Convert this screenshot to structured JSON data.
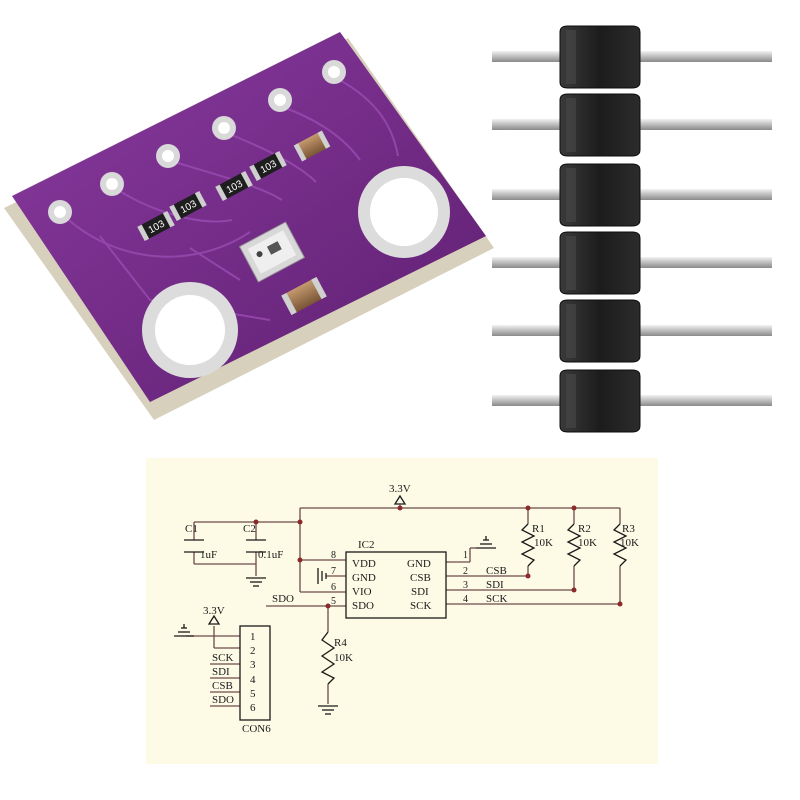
{
  "colors": {
    "pcb": "#7a2f8c",
    "pcb_edge": "#d9d2c0",
    "schematic_bg": "#fdfbe6",
    "wire": "#6b4a4a",
    "pin_metal": "#c9c9c9",
    "header_plastic": "#202020"
  },
  "board": {
    "resistor_code": "103"
  },
  "schematic": {
    "supply_top": "3.3V",
    "supply_con": "3.3V",
    "ic_ref": "IC2",
    "ic_left_pins": [
      {
        "num": "8",
        "name": "VDD"
      },
      {
        "num": "7",
        "name": "GND"
      },
      {
        "num": "6",
        "name": "VIO"
      },
      {
        "num": "5",
        "name": "SDO"
      }
    ],
    "ic_right_pins": [
      {
        "num": "1",
        "name": "GND",
        "net": ""
      },
      {
        "num": "2",
        "name": "CSB",
        "net": "CSB"
      },
      {
        "num": "3",
        "name": "SDI",
        "net": "SDI"
      },
      {
        "num": "4",
        "name": "SCK",
        "net": "SCK"
      }
    ],
    "sdo_net": "SDO",
    "capacitors": [
      {
        "ref": "C1",
        "value": "1uF"
      },
      {
        "ref": "C2",
        "value": "0.1uF"
      }
    ],
    "resistors": [
      {
        "ref": "R1",
        "value": "10K"
      },
      {
        "ref": "R2",
        "value": "10K"
      },
      {
        "ref": "R3",
        "value": "10K"
      },
      {
        "ref": "R4",
        "value": "10K"
      }
    ],
    "connector": {
      "ref": "CON6",
      "pins": [
        "1",
        "2",
        "3",
        "4",
        "5",
        "6"
      ],
      "nets": [
        "SCK",
        "SDI",
        "CSB",
        "SDO"
      ]
    }
  }
}
